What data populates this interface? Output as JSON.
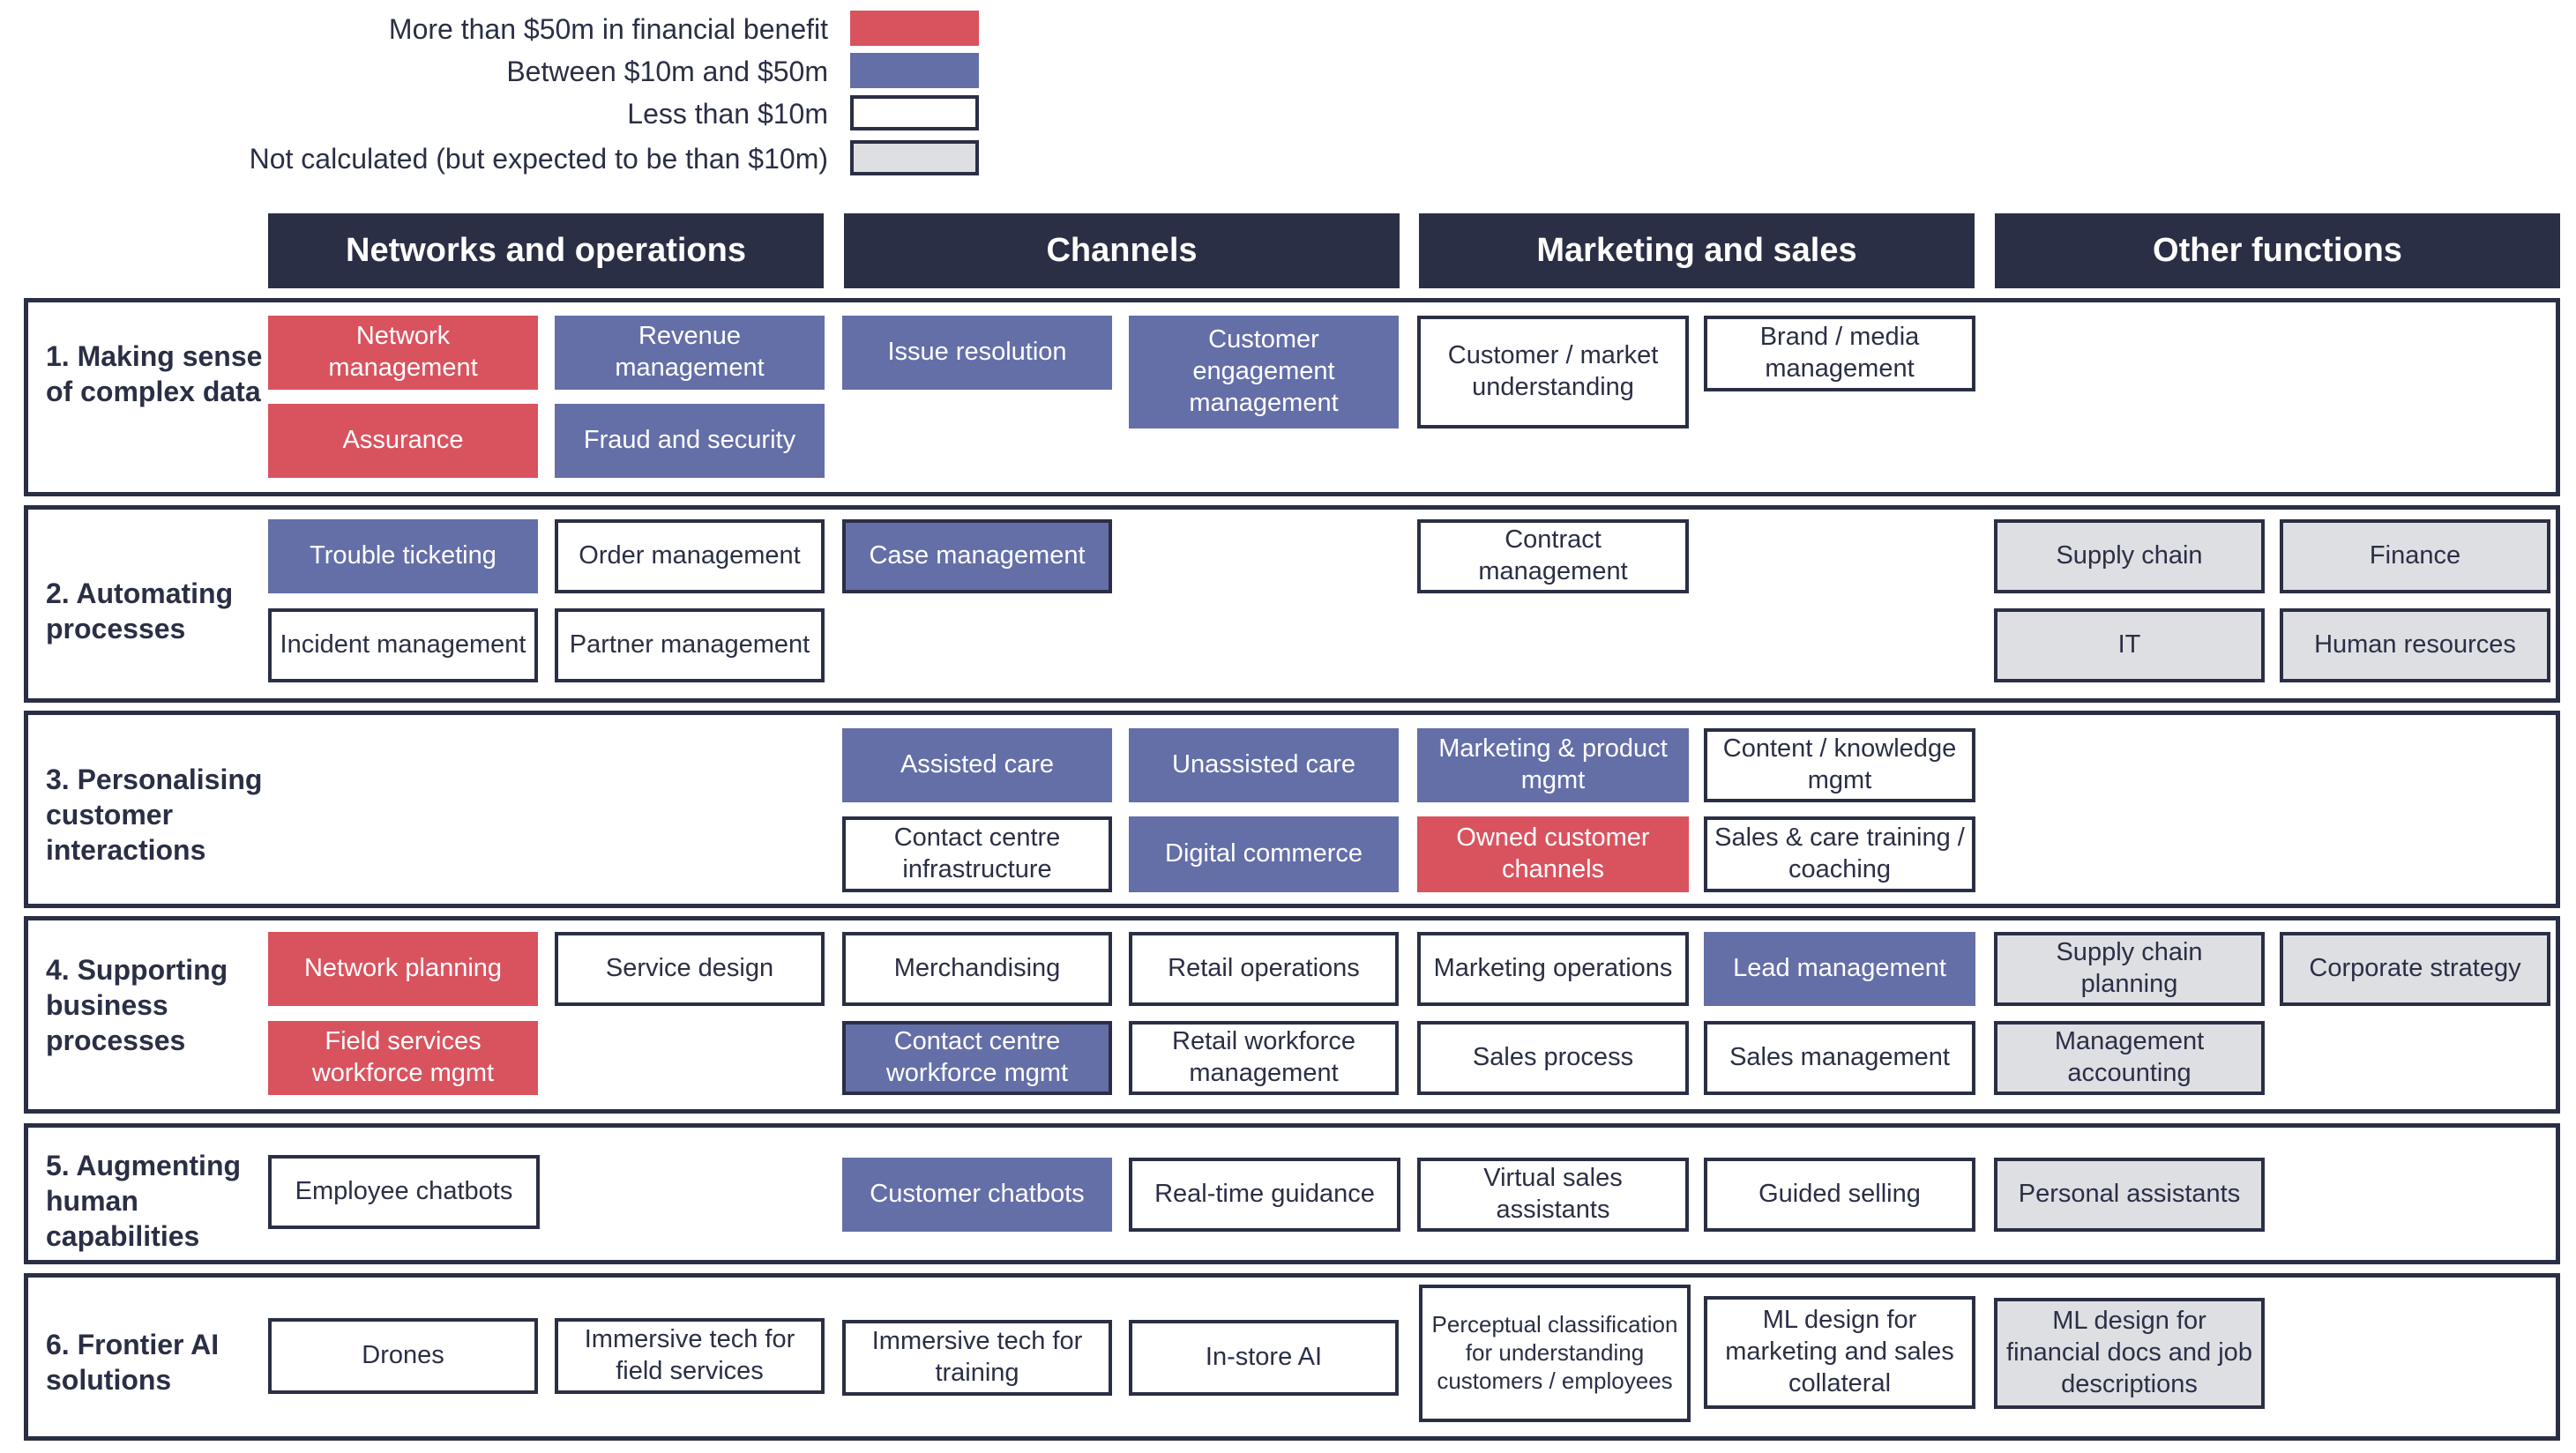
{
  "colors": {
    "red": "#d9535f",
    "blue": "#646fa8",
    "white": "#ffffff",
    "grey": "#dedfe3",
    "navy": "#2b2f45"
  },
  "legend": [
    {
      "label": "More than $50m in financial benefit",
      "color": "red"
    },
    {
      "label": "Between $10m and $50m",
      "color": "blue"
    },
    {
      "label": "Less than $10m",
      "color": "white"
    },
    {
      "label": "Not calculated (but expected to be than $10m)",
      "color": "grey"
    }
  ],
  "columns": [
    "Networks and operations",
    "Channels",
    "Marketing and sales",
    "Other functions"
  ],
  "rows": [
    {
      "label": "1. Making sense of complex data",
      "cells": [
        {
          "text": "Network management",
          "category": "red"
        },
        {
          "text": "Revenue management",
          "category": "blue"
        },
        {
          "text": "Assurance",
          "category": "red"
        },
        {
          "text": "Fraud and security",
          "category": "blue"
        },
        {
          "text": "Issue resolution",
          "category": "blue"
        },
        {
          "text": "Customer engagement management",
          "category": "blue"
        },
        {
          "text": "Customer / market understanding",
          "category": "white"
        },
        {
          "text": "Brand / media management",
          "category": "white"
        }
      ]
    },
    {
      "label": "2. Automating processes",
      "cells": [
        {
          "text": "Trouble ticketing",
          "category": "blue"
        },
        {
          "text": "Order management",
          "category": "white"
        },
        {
          "text": "Incident management",
          "category": "white"
        },
        {
          "text": "Partner management",
          "category": "white"
        },
        {
          "text": "Case management",
          "category": "blue"
        },
        {
          "text": "Contract management",
          "category": "white"
        },
        {
          "text": "Supply chain",
          "category": "grey"
        },
        {
          "text": "Finance",
          "category": "grey"
        },
        {
          "text": "IT",
          "category": "grey"
        },
        {
          "text": "Human resources",
          "category": "grey"
        }
      ]
    },
    {
      "label": "3. Personalising customer interactions",
      "cells": [
        {
          "text": "Assisted care",
          "category": "blue"
        },
        {
          "text": "Unassisted care",
          "category": "blue"
        },
        {
          "text": "Contact centre infrastructure",
          "category": "white"
        },
        {
          "text": "Digital commerce",
          "category": "blue"
        },
        {
          "text": "Marketing & product mgmt",
          "category": "blue"
        },
        {
          "text": "Content / knowledge mgmt",
          "category": "white"
        },
        {
          "text": "Owned customer channels",
          "category": "red"
        },
        {
          "text": "Sales & care training / coaching",
          "category": "white"
        }
      ]
    },
    {
      "label": "4. Supporting business processes",
      "cells": [
        {
          "text": "Network planning",
          "category": "red"
        },
        {
          "text": "Service design",
          "category": "white"
        },
        {
          "text": "Field services workforce mgmt",
          "category": "red"
        },
        {
          "text": "Merchandising",
          "category": "white"
        },
        {
          "text": "Retail operations",
          "category": "white"
        },
        {
          "text": "Contact centre workforce mgmt",
          "category": "blue"
        },
        {
          "text": "Retail workforce management",
          "category": "white"
        },
        {
          "text": "Marketing operations",
          "category": "white"
        },
        {
          "text": "Lead management",
          "category": "blue"
        },
        {
          "text": "Sales process",
          "category": "white"
        },
        {
          "text": "Sales management",
          "category": "white"
        },
        {
          "text": "Supply chain planning",
          "category": "grey"
        },
        {
          "text": "Corporate strategy",
          "category": "grey"
        },
        {
          "text": "Management accounting",
          "category": "grey"
        }
      ]
    },
    {
      "label": "5. Augmenting human capabilities",
      "cells": [
        {
          "text": "Employee chatbots",
          "category": "white"
        },
        {
          "text": "Customer chatbots",
          "category": "blue"
        },
        {
          "text": "Real-time guidance",
          "category": "white"
        },
        {
          "text": "Virtual sales assistants",
          "category": "white"
        },
        {
          "text": "Guided selling",
          "category": "white"
        },
        {
          "text": "Personal assistants",
          "category": "grey"
        }
      ]
    },
    {
      "label": "6. Frontier AI solutions",
      "cells": [
        {
          "text": "Drones",
          "category": "white"
        },
        {
          "text": "Immersive tech for field services",
          "category": "white"
        },
        {
          "text": "Immersive tech for training",
          "category": "white"
        },
        {
          "text": "In-store AI",
          "category": "white"
        },
        {
          "text": "Perceptual classification for understanding customers / employees",
          "category": "white"
        },
        {
          "text": "ML design for marketing and sales collateral",
          "category": "white"
        },
        {
          "text": "ML design for financial docs and job descriptions",
          "category": "grey"
        }
      ]
    }
  ]
}
